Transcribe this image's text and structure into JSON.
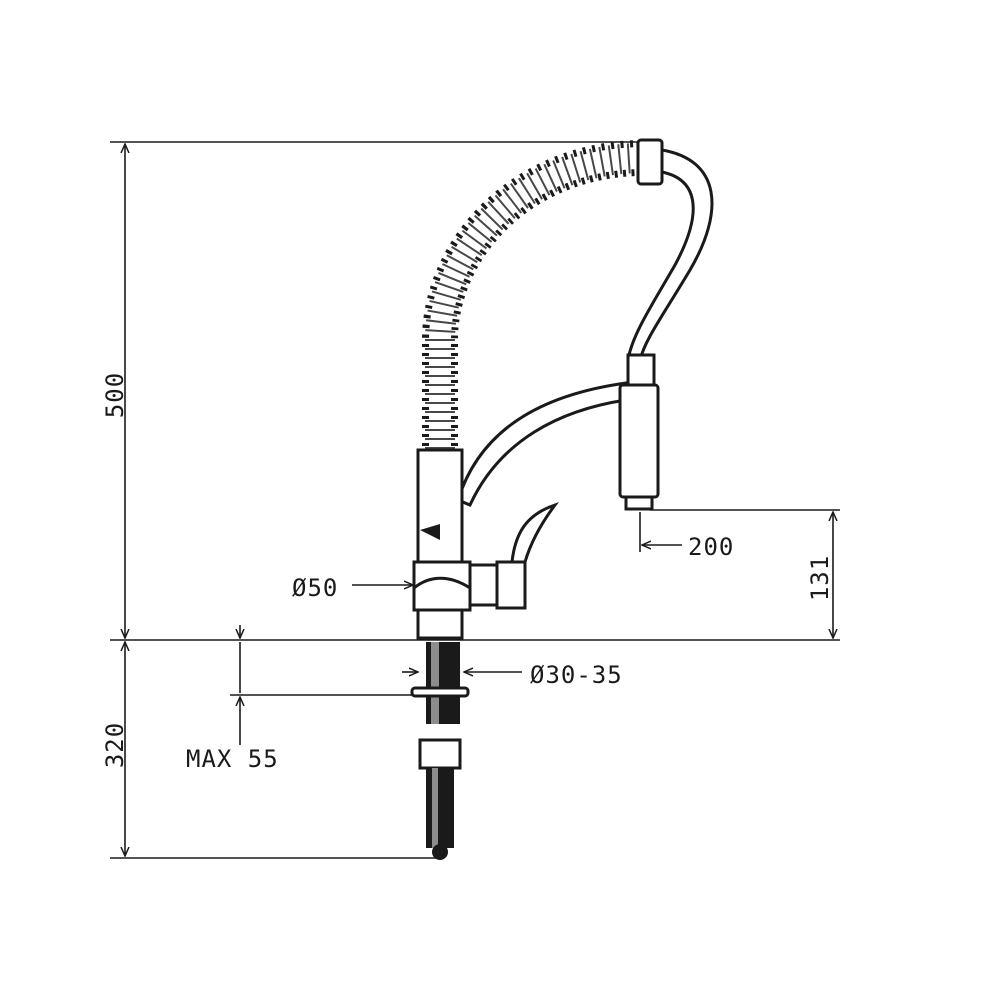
{
  "drawing": {
    "dimensions": {
      "total_height": "500",
      "below_counter": "320",
      "spout_height": "131",
      "spout_reach": "200",
      "body_diameter": "Ø50",
      "hole_diameter": "Ø30-35",
      "max_counter_thickness": "MAX 55"
    }
  }
}
